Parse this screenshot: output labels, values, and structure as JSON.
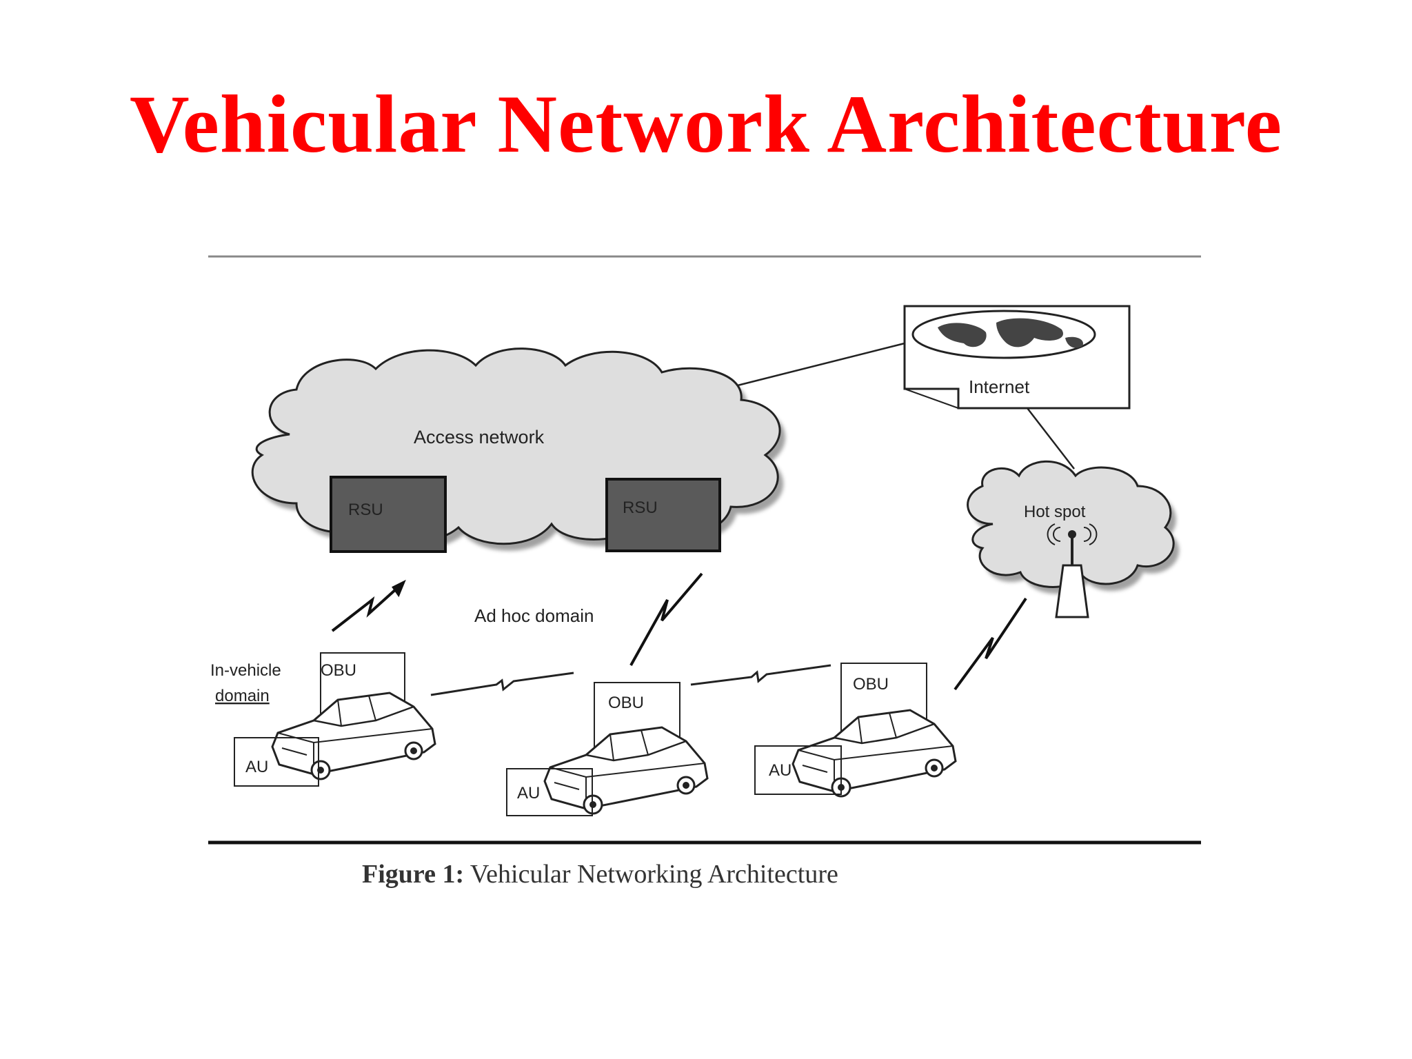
{
  "title": "Vehicular Network  Architecture",
  "colors": {
    "title": "#ff0000",
    "cloud": "#dcdcdc",
    "rsu": "#5a5a5a",
    "line": "#222222"
  },
  "diagram": {
    "access_network": "Access network",
    "rsu_1": "RSU",
    "rsu_2": "RSU",
    "internet": "Internet",
    "hot_spot": "Hot spot",
    "ad_hoc_domain": "Ad hoc domain",
    "in_vehicle_line1": "In-vehicle",
    "in_vehicle_line2": "domain",
    "obu_1": "OBU",
    "obu_2": "OBU",
    "obu_3": "OBU",
    "au_1": "AU",
    "au_2": "AU",
    "au_3": "AU",
    "caption_bold": "Figure 1:",
    "caption_rest": " Vehicular Networking Architecture"
  },
  "icons": [
    "globe-icon",
    "antenna-icon",
    "wireless-signal-icon",
    "car-icon",
    "lightning-link-icon"
  ]
}
